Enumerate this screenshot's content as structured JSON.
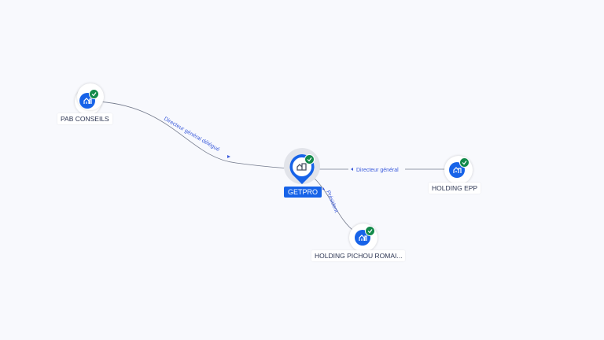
{
  "diagram": {
    "central_node": {
      "label": "GETPRO",
      "icon": "building-icon",
      "verified": true
    },
    "nodes": [
      {
        "id": "pab",
        "label": "PAB CONSEILS",
        "icon": "building-icon",
        "verified": true
      },
      {
        "id": "epp",
        "label": "HOLDING EPP",
        "icon": "building-icon",
        "verified": true
      },
      {
        "id": "pichou",
        "label": "HOLDING PICHOU ROMAI...",
        "icon": "building-icon",
        "verified": true
      }
    ],
    "edges": [
      {
        "from": "pab",
        "to": "GETPRO",
        "label": "Directeur général délégué"
      },
      {
        "from": "epp",
        "to": "GETPRO",
        "label": "Directeur général"
      },
      {
        "from": "pichou",
        "to": "GETPRO",
        "label": "Président"
      }
    ],
    "colors": {
      "accent": "#1763e8",
      "verified": "#128a4a",
      "edge": "#6b7280",
      "edge_label": "#3b5bdb",
      "background": "#f8f9fd"
    }
  }
}
